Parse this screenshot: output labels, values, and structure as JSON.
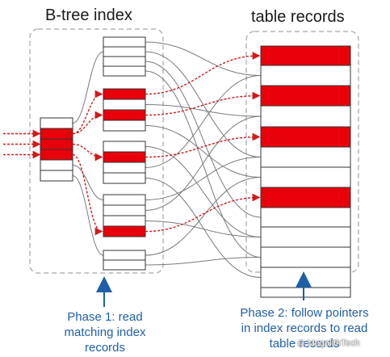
{
  "headings": {
    "btree": "B-tree index",
    "table": "table records"
  },
  "captions": {
    "phase1": "Phase 1: read\nmatching index\nrecords",
    "phase2": "Phase 2: follow pointers\nin index records to read\ntable records"
  },
  "watermark": "MegalithTech",
  "colors": {
    "highlight": "#e8000b",
    "pointer_arrow": "#d11a1a",
    "plain_line": "#7a7a7a",
    "group_border": "#b5b5b5",
    "caption_text": "#1f5fa8"
  }
}
